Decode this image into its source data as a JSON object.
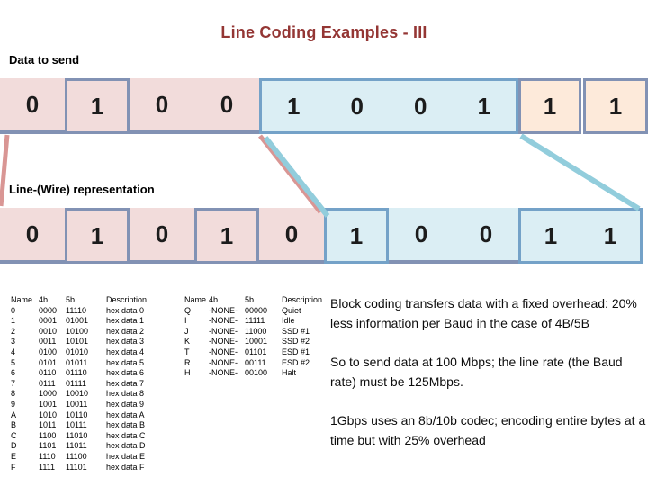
{
  "title": "Line Coding Examples - III",
  "labels": {
    "data_to_send": "Data to send",
    "line_wire": "Line-(Wire) representation"
  },
  "wave1": {
    "bits": [
      "0",
      "1",
      "0",
      "0",
      "1",
      "0",
      "0",
      "1",
      "1",
      "1"
    ]
  },
  "wave2": {
    "bits": [
      "0",
      "1",
      "0",
      "1",
      "0",
      "1",
      "0",
      "0",
      "1",
      "1"
    ]
  },
  "tables": {
    "headers": [
      "Name",
      "4b",
      "5b",
      "Description"
    ],
    "left": {
      "rows": [
        [
          "0",
          "0000",
          "11110",
          "hex data 0"
        ],
        [
          "1",
          "0001",
          "01001",
          "hex data 1"
        ],
        [
          "2",
          "0010",
          "10100",
          "hex data 2"
        ],
        [
          "3",
          "0011",
          "10101",
          "hex data 3"
        ],
        [
          "4",
          "0100",
          "01010",
          "hex data 4"
        ],
        [
          "5",
          "0101",
          "01011",
          "hex data 5"
        ],
        [
          "6",
          "0110",
          "01110",
          "hex data 6"
        ],
        [
          "7",
          "0111",
          "01111",
          "hex data 7"
        ],
        [
          "8",
          "1000",
          "10010",
          "hex data 8"
        ],
        [
          "9",
          "1001",
          "10011",
          "hex data 9"
        ],
        [
          "A",
          "1010",
          "10110",
          "hex data A"
        ],
        [
          "B",
          "1011",
          "10111",
          "hex data B"
        ],
        [
          "C",
          "1100",
          "11010",
          "hex data C"
        ],
        [
          "D",
          "1101",
          "11011",
          "hex data D"
        ],
        [
          "E",
          "1110",
          "11100",
          "hex data E"
        ],
        [
          "F",
          "1111",
          "11101",
          "hex data F"
        ]
      ]
    },
    "right": {
      "rows": [
        [
          "Q",
          "-NONE-",
          "00000",
          "Quiet"
        ],
        [
          "I",
          "-NONE-",
          "11111",
          "Idle"
        ],
        [
          "J",
          "-NONE-",
          "11000",
          "SSD #1"
        ],
        [
          "K",
          "-NONE-",
          "10001",
          "SSD #2"
        ],
        [
          "T",
          "-NONE-",
          "01101",
          "ESD #1"
        ],
        [
          "R",
          "-NONE-",
          "00111",
          "ESD #2"
        ],
        [
          "H",
          "-NONE-",
          "00100",
          "Halt"
        ]
      ]
    }
  },
  "notes": [
    "Block coding transfers data with a fixed overhead: 20% less information per Baud in the case of 4B/5B",
    "So to send data at 100 Mbps; the line rate (the Baud rate) must be 125Mbps.",
    "1Gbps uses an 8b/10b codec; encoding entire bytes at a time but with 25% overhead"
  ],
  "colors": {
    "title_text": "#943634",
    "pink_fill": "#f2dcdb",
    "blue_fill": "#dbeef4",
    "peach_fill": "#fdeada",
    "wave_slate": "#8292b4",
    "blue_box_border": "#74a2c8",
    "connector_pink": "#d99694",
    "connector_blue": "#92cddc"
  }
}
